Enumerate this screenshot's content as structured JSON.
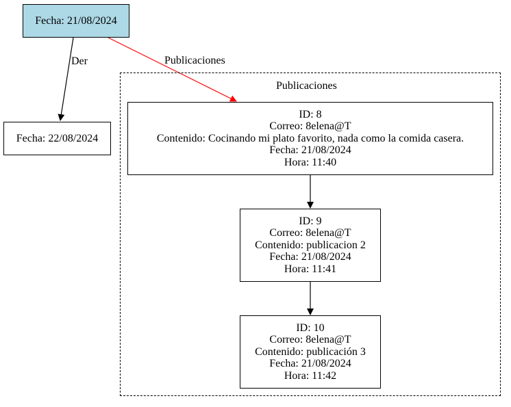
{
  "colors": {
    "root_fill": "#add8e6",
    "highlight_edge": "#ff0000",
    "default_edge": "#000000"
  },
  "root": {
    "label": "Fecha: 21/08/2024"
  },
  "right_child": {
    "label": "Fecha: 22/08/2024"
  },
  "edges": {
    "root_to_child_label": "Der",
    "root_to_cluster_label": "Publicaciones"
  },
  "cluster": {
    "title": "Publicaciones",
    "posts": [
      {
        "id": "ID: 8",
        "correo": "Correo: 8elena@T",
        "contenido": "Contenido: Cocinando mi plato favorito, nada como la comida casera.",
        "fecha": "Fecha: 21/08/2024",
        "hora": "Hora: 11:40"
      },
      {
        "id": "ID: 9",
        "correo": "Correo: 8elena@T",
        "contenido": "Contenido: publicacion 2",
        "fecha": "Fecha: 21/08/2024",
        "hora": "Hora: 11:41"
      },
      {
        "id": "ID: 10",
        "correo": "Correo: 8elena@T",
        "contenido": "Contenido: publicación 3",
        "fecha": "Fecha: 21/08/2024",
        "hora": "Hora: 11:42"
      }
    ]
  }
}
